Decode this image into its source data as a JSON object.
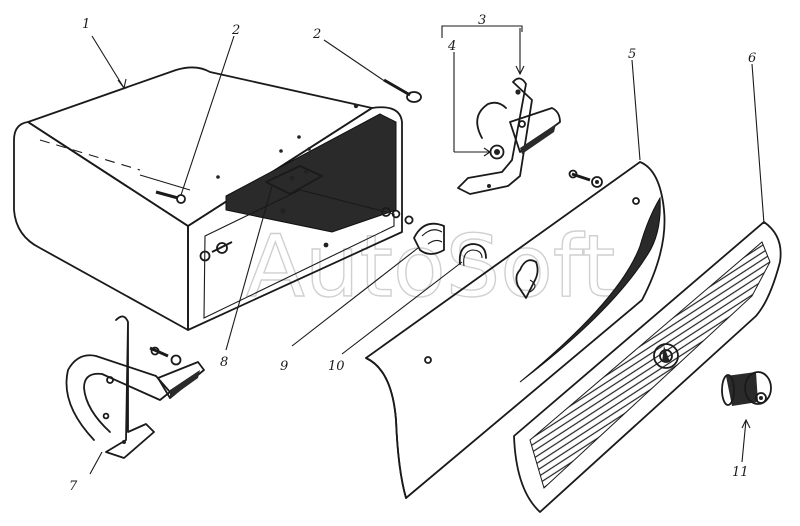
{
  "watermark": "AutoSoft",
  "callouts": [
    {
      "id": "1",
      "text": "1"
    },
    {
      "id": "2a",
      "text": "2"
    },
    {
      "id": "2b",
      "text": "2"
    },
    {
      "id": "3",
      "text": "3"
    },
    {
      "id": "4",
      "text": "4"
    },
    {
      "id": "5",
      "text": "5"
    },
    {
      "id": "6",
      "text": "6"
    },
    {
      "id": "7",
      "text": "7"
    },
    {
      "id": "8",
      "text": "8"
    },
    {
      "id": "9",
      "text": "9"
    },
    {
      "id": "10",
      "text": "10"
    },
    {
      "id": "11",
      "text": "11"
    }
  ]
}
